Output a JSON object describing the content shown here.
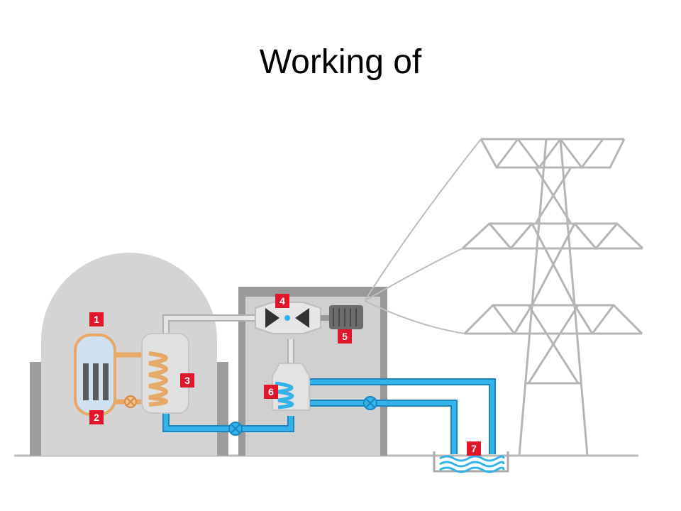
{
  "slide": {
    "title": "Working of"
  },
  "colors": {
    "badge": "#e2162b",
    "cold_water": "#29a3dd",
    "hot_loop": "#f0b27a",
    "steam_pipe": "#dddddd",
    "building": "#9a9a9a",
    "dome": "#d2d2d2",
    "tower": "#b3b3b3"
  },
  "badges": [
    {
      "id": "1",
      "label": "1"
    },
    {
      "id": "2",
      "label": "2"
    },
    {
      "id": "3",
      "label": "3"
    },
    {
      "id": "4",
      "label": "4"
    },
    {
      "id": "5",
      "label": "5"
    },
    {
      "id": "6",
      "label": "6"
    },
    {
      "id": "7",
      "label": "7"
    }
  ]
}
